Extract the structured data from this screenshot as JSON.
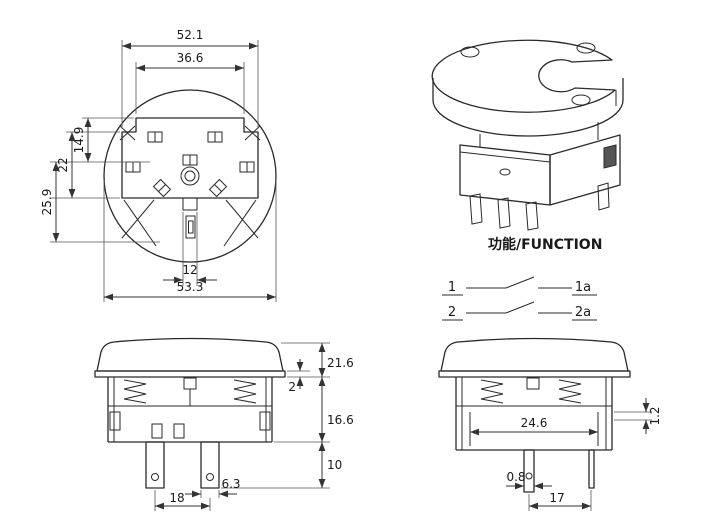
{
  "drawing": {
    "background": "#ffffff",
    "line_color": "#2a2a2a"
  },
  "top_view": {
    "dim_outer_width": "52.1",
    "dim_inner_width": "36.6",
    "dim_upper_height": "14.9",
    "dim_mid_height": "22",
    "dim_lower_height": "25.9",
    "dim_tab_width": "12",
    "dim_full_width": "53.3"
  },
  "function_block": {
    "title": "功能/FUNCTION",
    "rows": [
      {
        "left": "1",
        "right": "1a"
      },
      {
        "left": "2",
        "right": "2a"
      }
    ]
  },
  "front_view": {
    "dim_knob_height": "21.6",
    "dim_lip": "2",
    "dim_body_height": "16.6",
    "dim_terminal_length": "10",
    "dim_terminal_width": "6.3",
    "dim_terminal_pitch": "18"
  },
  "side_view": {
    "dim_inner_width": "24.6",
    "dim_lip": "1.2",
    "dim_terminal_thickness": "0.8",
    "dim_terminal_pitch": "17"
  }
}
